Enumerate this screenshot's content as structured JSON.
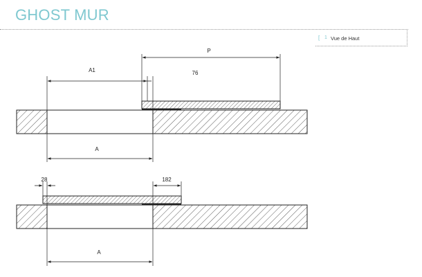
{
  "header": {
    "title": "GHOST MUR",
    "view_bracket": "[",
    "view_number": "1",
    "view_label": "Vue de Haut"
  },
  "top_drawing": {
    "dim_P": "P",
    "dim_A1": "A1",
    "dim_76": "76",
    "dim_A": "A"
  },
  "bottom_drawing": {
    "dim_28": "28",
    "dim_182": "182",
    "dim_A": "A"
  },
  "colors": {
    "title": "#7fc8d0",
    "lines": "#222222"
  }
}
